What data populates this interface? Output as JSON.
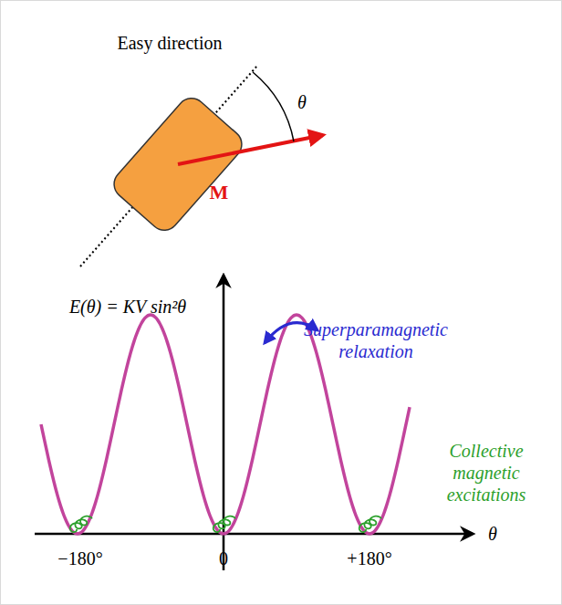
{
  "diagram": {
    "labels": [
      "Easy direction",
      "θ",
      "M",
      "E(θ) = KV sin²θ",
      "Superparamagnetic relaxation",
      "Collective magnetic excitations",
      "−180°",
      "0",
      "+180°",
      "θ"
    ]
  }
}
